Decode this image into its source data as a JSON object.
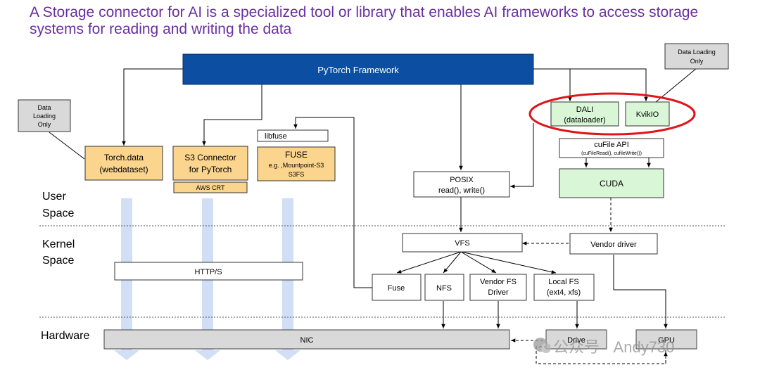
{
  "title": "A Storage connector for AI is a specialized tool or library that enables AI frameworks to access storage systems for reading and writing the data",
  "framework": "PyTorch Framework",
  "layers": {
    "user": [
      "User",
      "Space"
    ],
    "kernel": [
      "Kernel",
      "Space"
    ],
    "hardware": "Hardware"
  },
  "notes": {
    "left": [
      "Data",
      "Loading",
      "Only"
    ],
    "right": [
      "Data Loading",
      "Only"
    ]
  },
  "boxes": {
    "torch_data": [
      "Torch.data",
      "(webdataset)"
    ],
    "s3_connector": [
      "S3 Connector",
      "for PyTorch"
    ],
    "aws_crt": "AWS CRT",
    "libfuse": "libfuse",
    "fuse_user": [
      "FUSE",
      "e.g. ,Mountpoint-S3",
      "S3FS"
    ],
    "posix": [
      "POSIX",
      "read(), write()"
    ],
    "dali": [
      "DALI",
      "(dataloader)"
    ],
    "kvikio": "KvikIO",
    "cufile": [
      "cuFile API",
      "(cuFileRead(), cufileWrite())"
    ],
    "cuda": "CUDA",
    "vfs": "VFS",
    "vendor_driver": "Vendor driver",
    "https": "HTTP/S",
    "fuse_kernel": "Fuse",
    "nfs": "NFS",
    "vendor_fs": [
      "Vendor FS",
      "Driver"
    ],
    "local_fs": [
      "Local FS",
      "(ext4, xfs)"
    ],
    "nic": "NIC",
    "drive": "Drive",
    "gpu": "GPU"
  },
  "watermark": "公众号 · Andy730",
  "colors": {
    "title": "#6a2fa0",
    "framework_fill": "#0b4ea2",
    "orange_fill": "#fbd58e",
    "green_fill": "#d9f7d6",
    "gray_fill": "#d9d9d9",
    "highlight_ring": "#e0151b",
    "data_arrow": "#c8d8f4"
  }
}
